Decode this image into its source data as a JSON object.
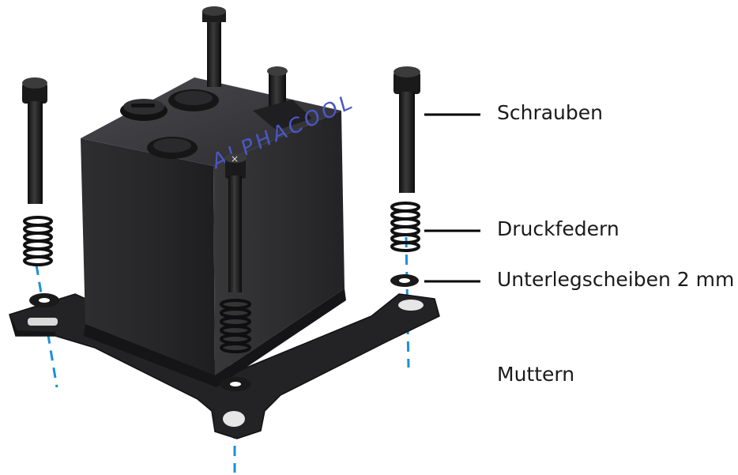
{
  "labels": {
    "screws": "Schrauben",
    "springs": "Druckfedern",
    "washers": "Unterlegscheiben 2 mm",
    "nuts": "Muttern"
  },
  "colors": {
    "block": "#2b2b2d",
    "block_dark": "#1c1c1e",
    "block_top": "#3a3a3d",
    "bracket": "#232325",
    "metal": "#141414",
    "dash": "#1a90d6",
    "leader": "#000000",
    "logo": "#4a57c8"
  }
}
